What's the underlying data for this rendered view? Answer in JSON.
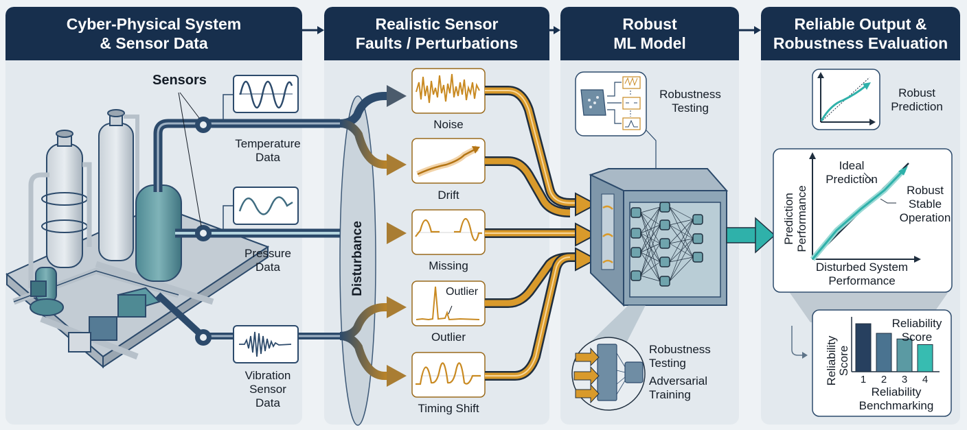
{
  "colors": {
    "header_bg": "#172f4d",
    "panel_bg": "#e3e9ee",
    "pipe_dark": "#2c4a6b",
    "fault_orange": "#c98a22",
    "teal": "#2fb1aa",
    "machine_gray": "#b5c0ca"
  },
  "stages": [
    {
      "title": "Cyber-Physical System\n& Sensor Data"
    },
    {
      "title": "Realistic Sensor\nFaults / Perturbations"
    },
    {
      "title": "Robust\nML Model"
    },
    {
      "title": "Reliable Output &\nRobustness Evaluation"
    }
  ],
  "panel1": {
    "sensors_label": "Sensors",
    "signals": [
      {
        "label": "Temperature\nData",
        "icon": "sine-wave-icon"
      },
      {
        "label": "Pressure\nData",
        "icon": "wave-icon"
      },
      {
        "label": "Vibration\nSensor\nData",
        "icon": "vibration-icon"
      }
    ]
  },
  "panel2": {
    "disturbance_label": "Disturbance",
    "faults": [
      {
        "label": "Noise",
        "icon": "noise-icon"
      },
      {
        "label": "Drift",
        "icon": "drift-icon"
      },
      {
        "label": "Missing",
        "icon": "missing-data-icon"
      },
      {
        "label": "Outlier",
        "icon": "outlier-icon",
        "annotation": "Outlier"
      },
      {
        "label": "Timing Shift",
        "icon": "timing-shift-icon"
      }
    ]
  },
  "panel3": {
    "top_callout": "Robustness\nTesting",
    "bottom_callout_1": "Robustness\nTesting",
    "bottom_callout_2": "Adversarial\nTraining"
  },
  "panel4": {
    "robust_prediction": "Robust\nPrediction",
    "perf_chart": {
      "ideal_label": "Ideal\nPrediction",
      "robust_label": "Robust\nStable\nOperation",
      "ylabel": "Prediction\nPerformance",
      "xlabel": "Disturbed System\nPerformance"
    },
    "bar_chart": {
      "title": "Reliability\nScore",
      "ylabel": "Reliability\nScore",
      "xlabel": "Reliability\nBenchmarking"
    }
  },
  "chart_data": [
    {
      "type": "line",
      "title": "",
      "xlabel": "Disturbed System Performance",
      "ylabel": "Prediction Performance",
      "series": [
        {
          "name": "Ideal Prediction",
          "x": [
            0,
            1
          ],
          "y": [
            0,
            1
          ]
        },
        {
          "name": "Robust Stable Operation",
          "x": [
            0,
            0.25,
            0.5,
            0.75,
            0.95
          ],
          "y": [
            0,
            0.3,
            0.52,
            0.72,
            0.93
          ]
        }
      ]
    },
    {
      "type": "bar",
      "title": "Reliability Score",
      "xlabel": "Reliability Benchmarking",
      "ylabel": "Reliability Score",
      "categories": [
        "1",
        "2",
        "3",
        "4"
      ],
      "values": [
        0.85,
        0.68,
        0.58,
        0.48
      ],
      "ylim": [
        0,
        1
      ],
      "colors": [
        "#27405f",
        "#4a7390",
        "#5b9aa3",
        "#37bcb1"
      ]
    }
  ]
}
